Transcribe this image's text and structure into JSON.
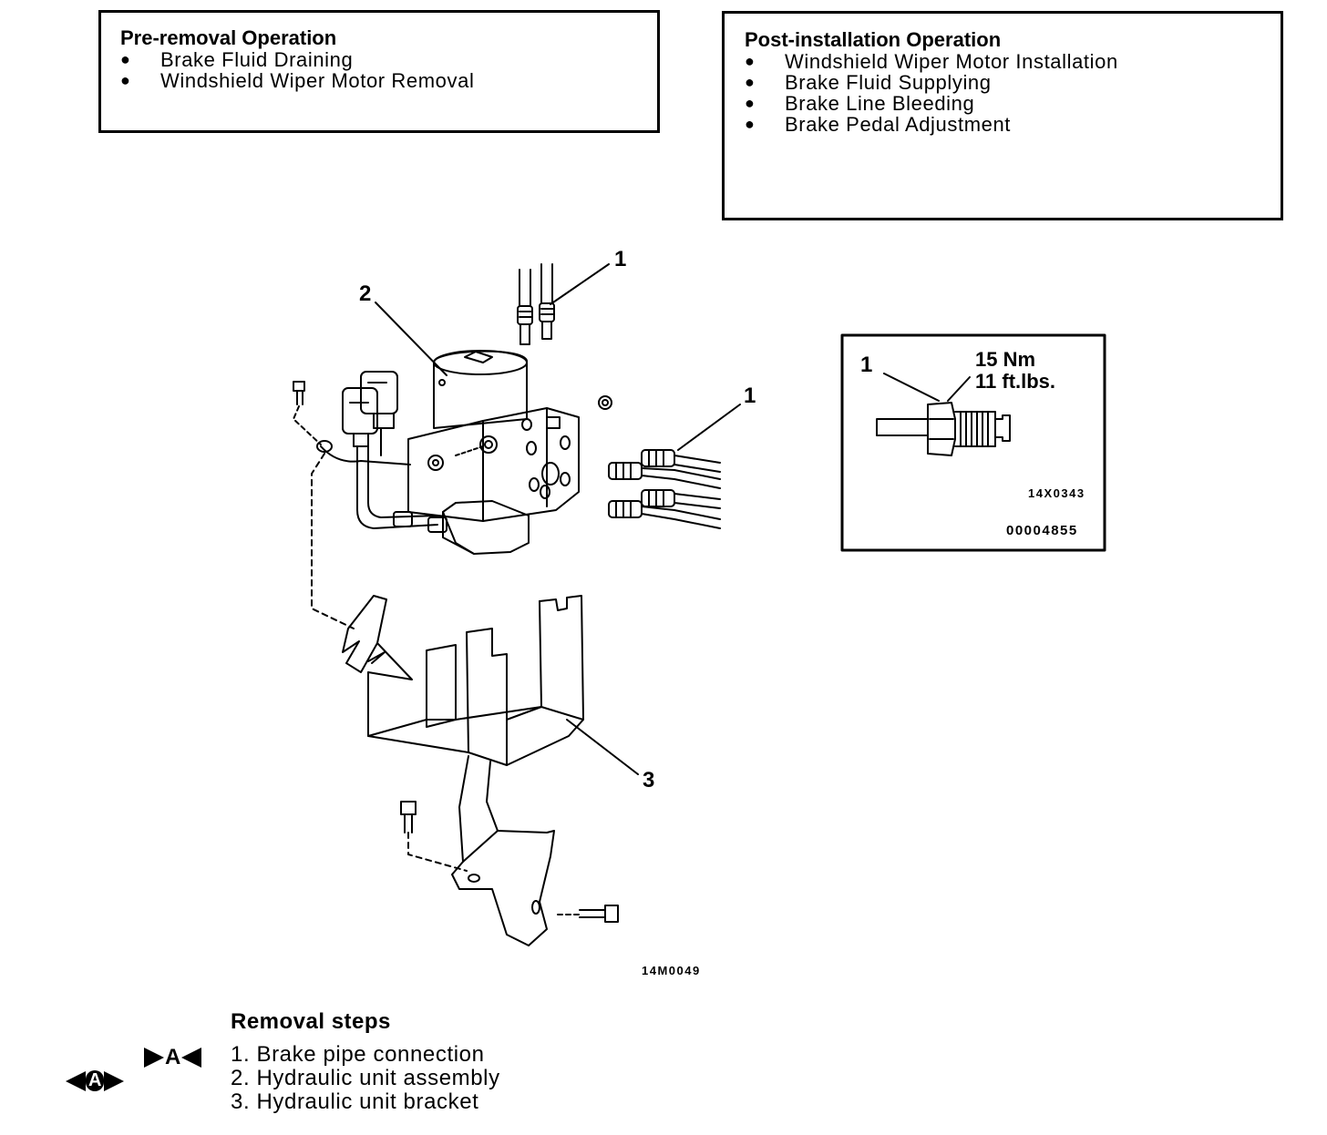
{
  "pre_removal": {
    "title": "Pre-removal Operation",
    "items": [
      "Brake Fluid Draining",
      "Windshield Wiper Motor Removal"
    ]
  },
  "post_installation": {
    "title": "Post-installation Operation",
    "items": [
      "Windshield Wiper Motor Installation",
      "Brake Fluid Supplying",
      "Brake Line Bleeding",
      "Brake Pedal Adjustment"
    ]
  },
  "bullet_glyph": "●",
  "diagram": {
    "callouts": [
      "1",
      "2",
      "1",
      "3"
    ],
    "figure_code": "14M0049"
  },
  "inset": {
    "callout": "1",
    "torque_nm": "15 Nm",
    "torque_ftlbs": "11 ft.lbs.",
    "code_top": "14X0343",
    "code_bottom": "00004855"
  },
  "removal_steps": {
    "title": "Removal steps",
    "install_marker": "A",
    "remove_marker": "A",
    "steps": [
      "1. Brake pipe connection",
      "2. Hydraulic unit assembly",
      "3. Hydraulic unit bracket"
    ]
  }
}
